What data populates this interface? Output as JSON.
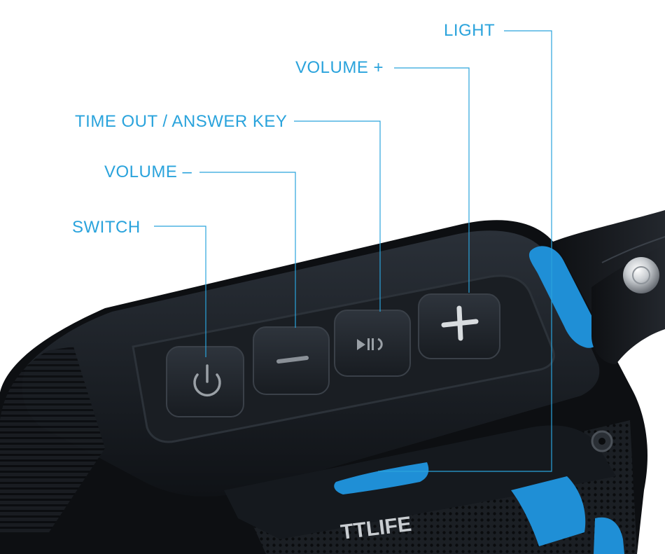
{
  "callouts": {
    "light": "LIGHT",
    "volume_plus": "VOLUME +",
    "time_out_answer_key": "TIME OUT / ANSWER KEY",
    "volume_minus": "VOLUME –",
    "switch": "SWITCH"
  },
  "brand": "TTLIFE",
  "colors": {
    "callout": "#2aa3dc",
    "body": "#15191f",
    "accent": "#1f8fd6"
  },
  "buttons": [
    {
      "name": "power",
      "icon": "power-icon"
    },
    {
      "name": "volume-down",
      "icon": "minus-icon"
    },
    {
      "name": "play-pause",
      "icon": "play-pause-icon"
    },
    {
      "name": "volume-up",
      "icon": "plus-icon"
    }
  ]
}
